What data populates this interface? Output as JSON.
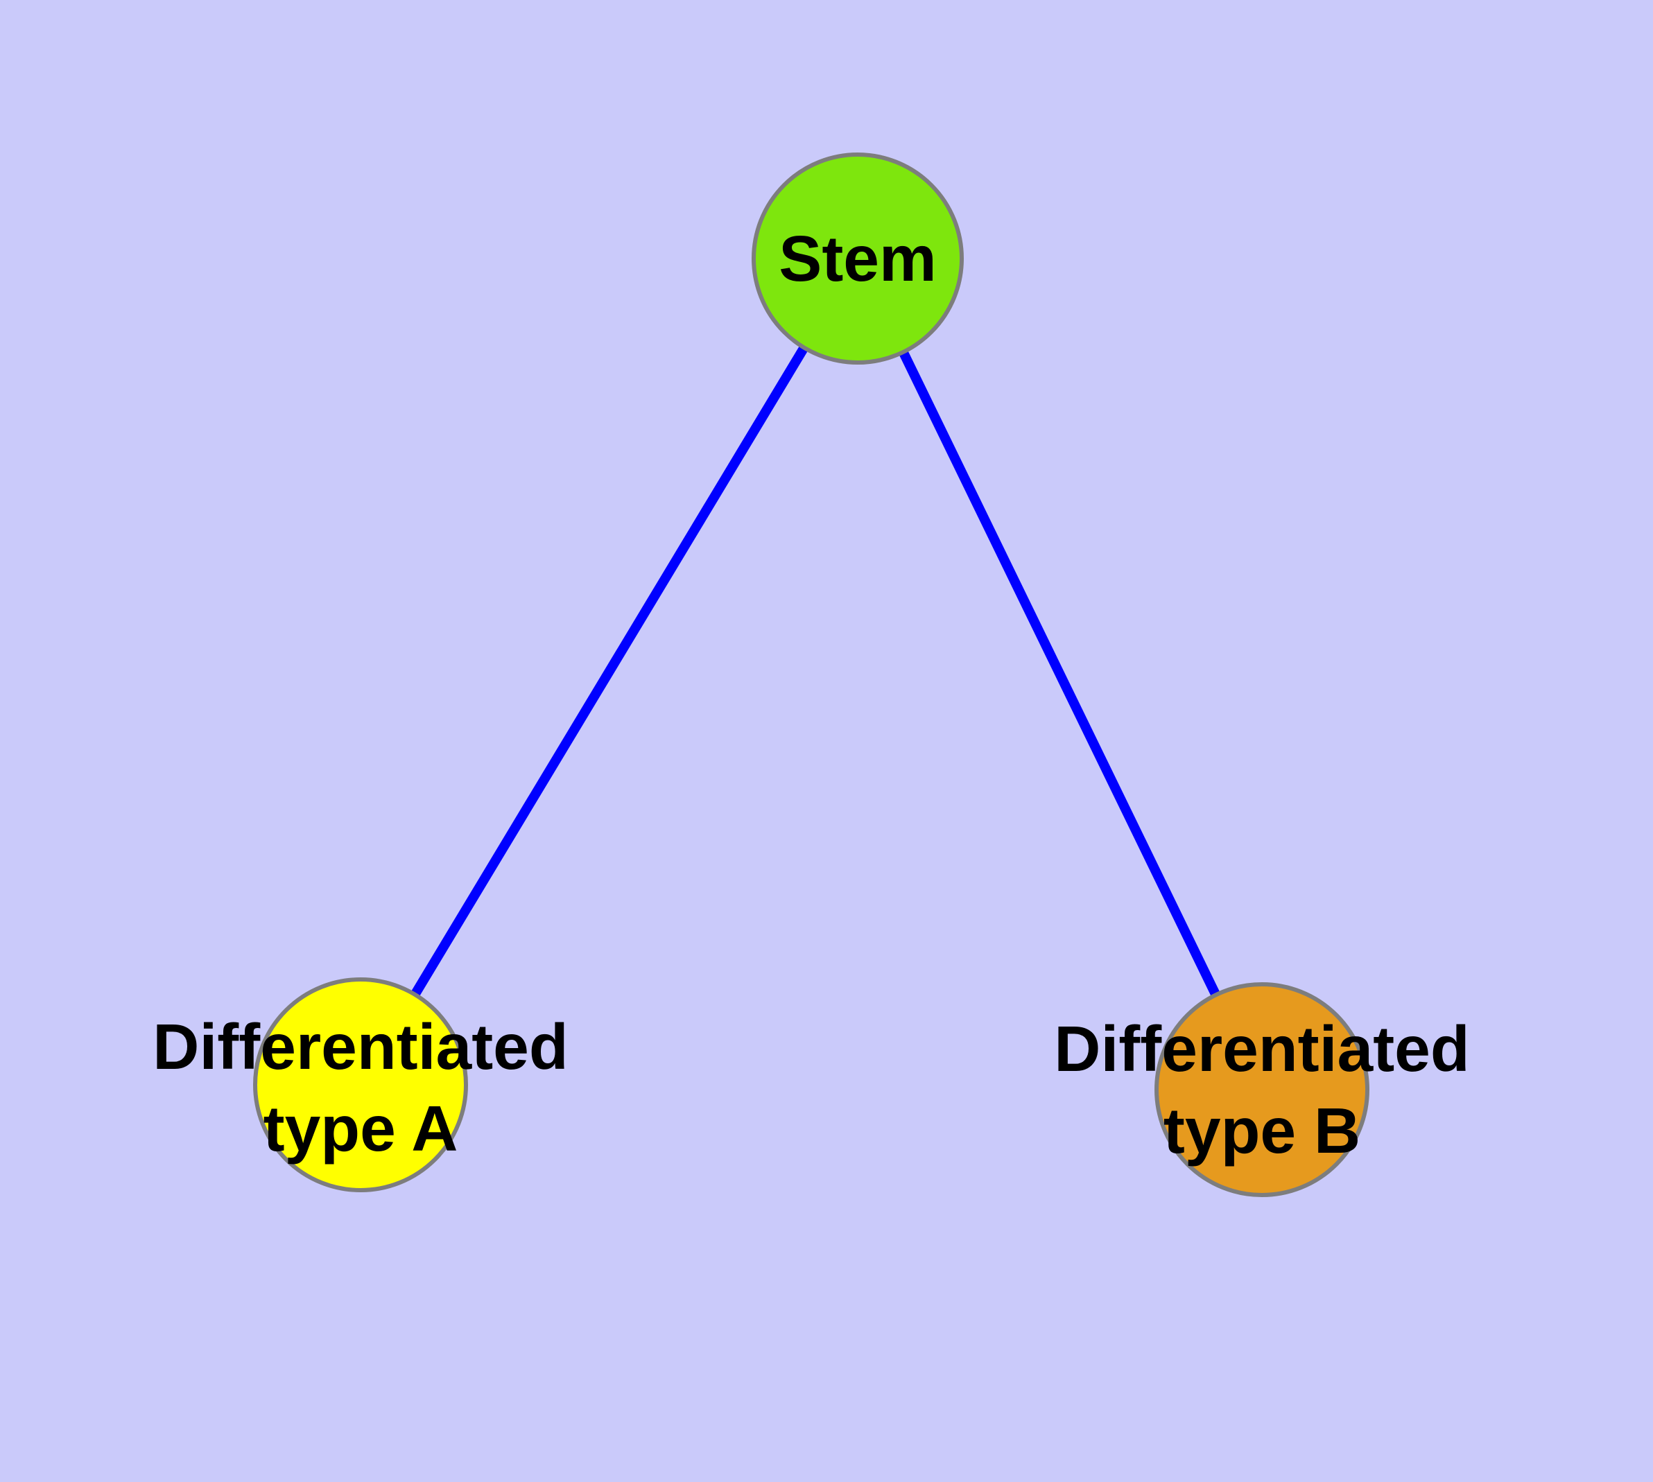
{
  "figure": {
    "background_color": "#CACAFA",
    "edge_color": "#0000FF",
    "node_border_color": "#7D7D7D",
    "label_color": "#000000"
  },
  "nodes": [
    {
      "id": "stem",
      "fill": "#7EE60D",
      "label_lines": [
        "Stem"
      ]
    },
    {
      "id": "differentiated-type-a",
      "fill": "#FFFF00",
      "label_lines": [
        "Differentiated",
        "type A"
      ]
    },
    {
      "id": "differentiated-type-b",
      "fill": "#E69A1E",
      "label_lines": [
        "Differentiated",
        "type B"
      ]
    }
  ],
  "edges": [
    {
      "from": "Stem",
      "to": "Differentiated type A"
    },
    {
      "from": "Stem",
      "to": "Differentiated type B"
    }
  ]
}
